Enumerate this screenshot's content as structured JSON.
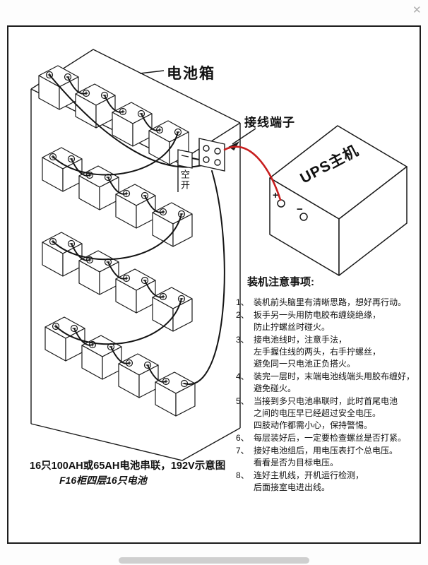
{
  "icons": {
    "close": "✕"
  },
  "diagram": {
    "box_label": "电池箱",
    "terminal_label": "接线端子",
    "breaker_label": "空开",
    "ups_label": "UPS主机",
    "ups_plus": "+",
    "ups_minus": "−"
  },
  "notes": {
    "title": "装机注意事项:",
    "items": [
      {
        "num": "1、",
        "text": "装机前头脑里有清晰思路，想好再行动。"
      },
      {
        "num": "2、",
        "text": "扳手另一头用防电胶布缠绕绝缘，\n防止拧螺丝时碰火。"
      },
      {
        "num": "3、",
        "text": "接电池线时，注意手法，\n左手握住线的两头，右手拧螺丝，\n避免同一只电池正负搭火。"
      },
      {
        "num": "4、",
        "text": "装完一层时，末端电池线端头用胶布缠好，\n避免碰火。"
      },
      {
        "num": "5、",
        "text": "当接到多只电池串联时，此时首尾电池\n之间的电压早已经超过安全电压。\n四肢动作都需小心，保持警惕。"
      },
      {
        "num": "6、",
        "text": "每层装好后，一定要检查螺丝是否打紧。"
      },
      {
        "num": "7、",
        "text": "接好电池组后，用电压表打个总电压。\n看看是否为目标电压。"
      },
      {
        "num": "8、",
        "text": "连好主机线，开机运行检测，\n后面接室电进出线。"
      }
    ]
  },
  "caption": {
    "line1": "16只100AH或65AH电池串联，192V示意图",
    "line2": "F16柜四层16只电池"
  },
  "colors": {
    "line": "#1a1a1a",
    "cable_red": "#c81e1e"
  }
}
